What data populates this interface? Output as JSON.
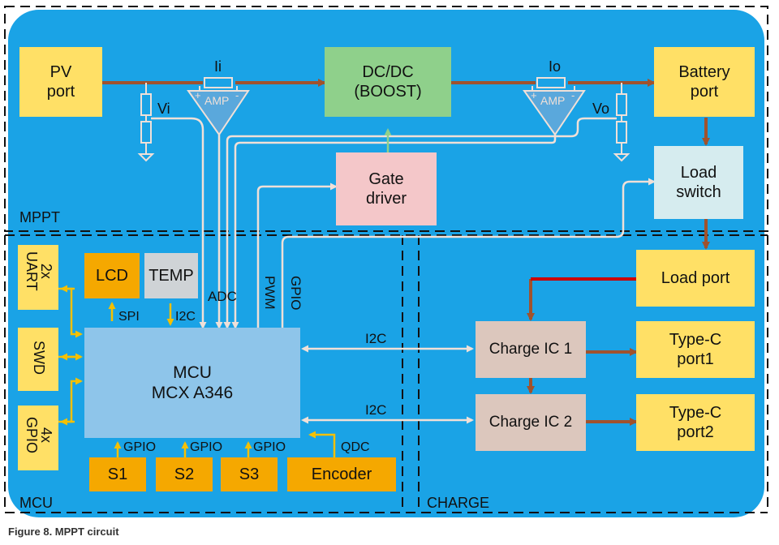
{
  "sections": {
    "mppt": "MPPT",
    "mcu": "MCU",
    "charge": "CHARGE"
  },
  "blocks": {
    "pv_port": "PV\nport",
    "dcdc": "DC/DC\n(BOOST)",
    "battery_port": "Battery\nport",
    "gate_driver": "Gate\ndriver",
    "load_switch": "Load\nswitch",
    "load_port": "Load port",
    "lcd": "LCD",
    "temp": "TEMP",
    "mcu": "MCU\nMCX A346",
    "charge_ic1": "Charge IC 1",
    "charge_ic2": "Charge IC 2",
    "typec1": "Type-C\nport1",
    "typec2": "Type-C\nport2",
    "uart": "2x\nUART",
    "swd": "SWD",
    "gpio4": "4x\nGPIO",
    "s1": "S1",
    "s2": "S2",
    "s3": "S3",
    "encoder": "Encoder"
  },
  "labels": {
    "ii": "Ii",
    "io": "Io",
    "vi": "Vi",
    "vo": "Vo",
    "amp_in": "AMP",
    "amp_out": "AMP",
    "plus": "+",
    "minus": "-",
    "adc": "ADC",
    "pwm": "PWM",
    "gpio_top": "GPIO",
    "spi": "SPI",
    "i2c_temp": "I2C",
    "i2c_1": "I2C",
    "i2c_2": "I2C",
    "gpio_s1": "GPIO",
    "gpio_s2": "GPIO",
    "gpio_s3": "GPIO",
    "qdc": "QDC"
  },
  "caption": "Figure 8.  MPPT circuit",
  "colors": {
    "background": "#1aa3e6",
    "power_arrow": "#a0522d",
    "signal_arrow": "#f0e0d8",
    "mcu_arrow": "#f5c000",
    "red_line": "#cc0000"
  }
}
